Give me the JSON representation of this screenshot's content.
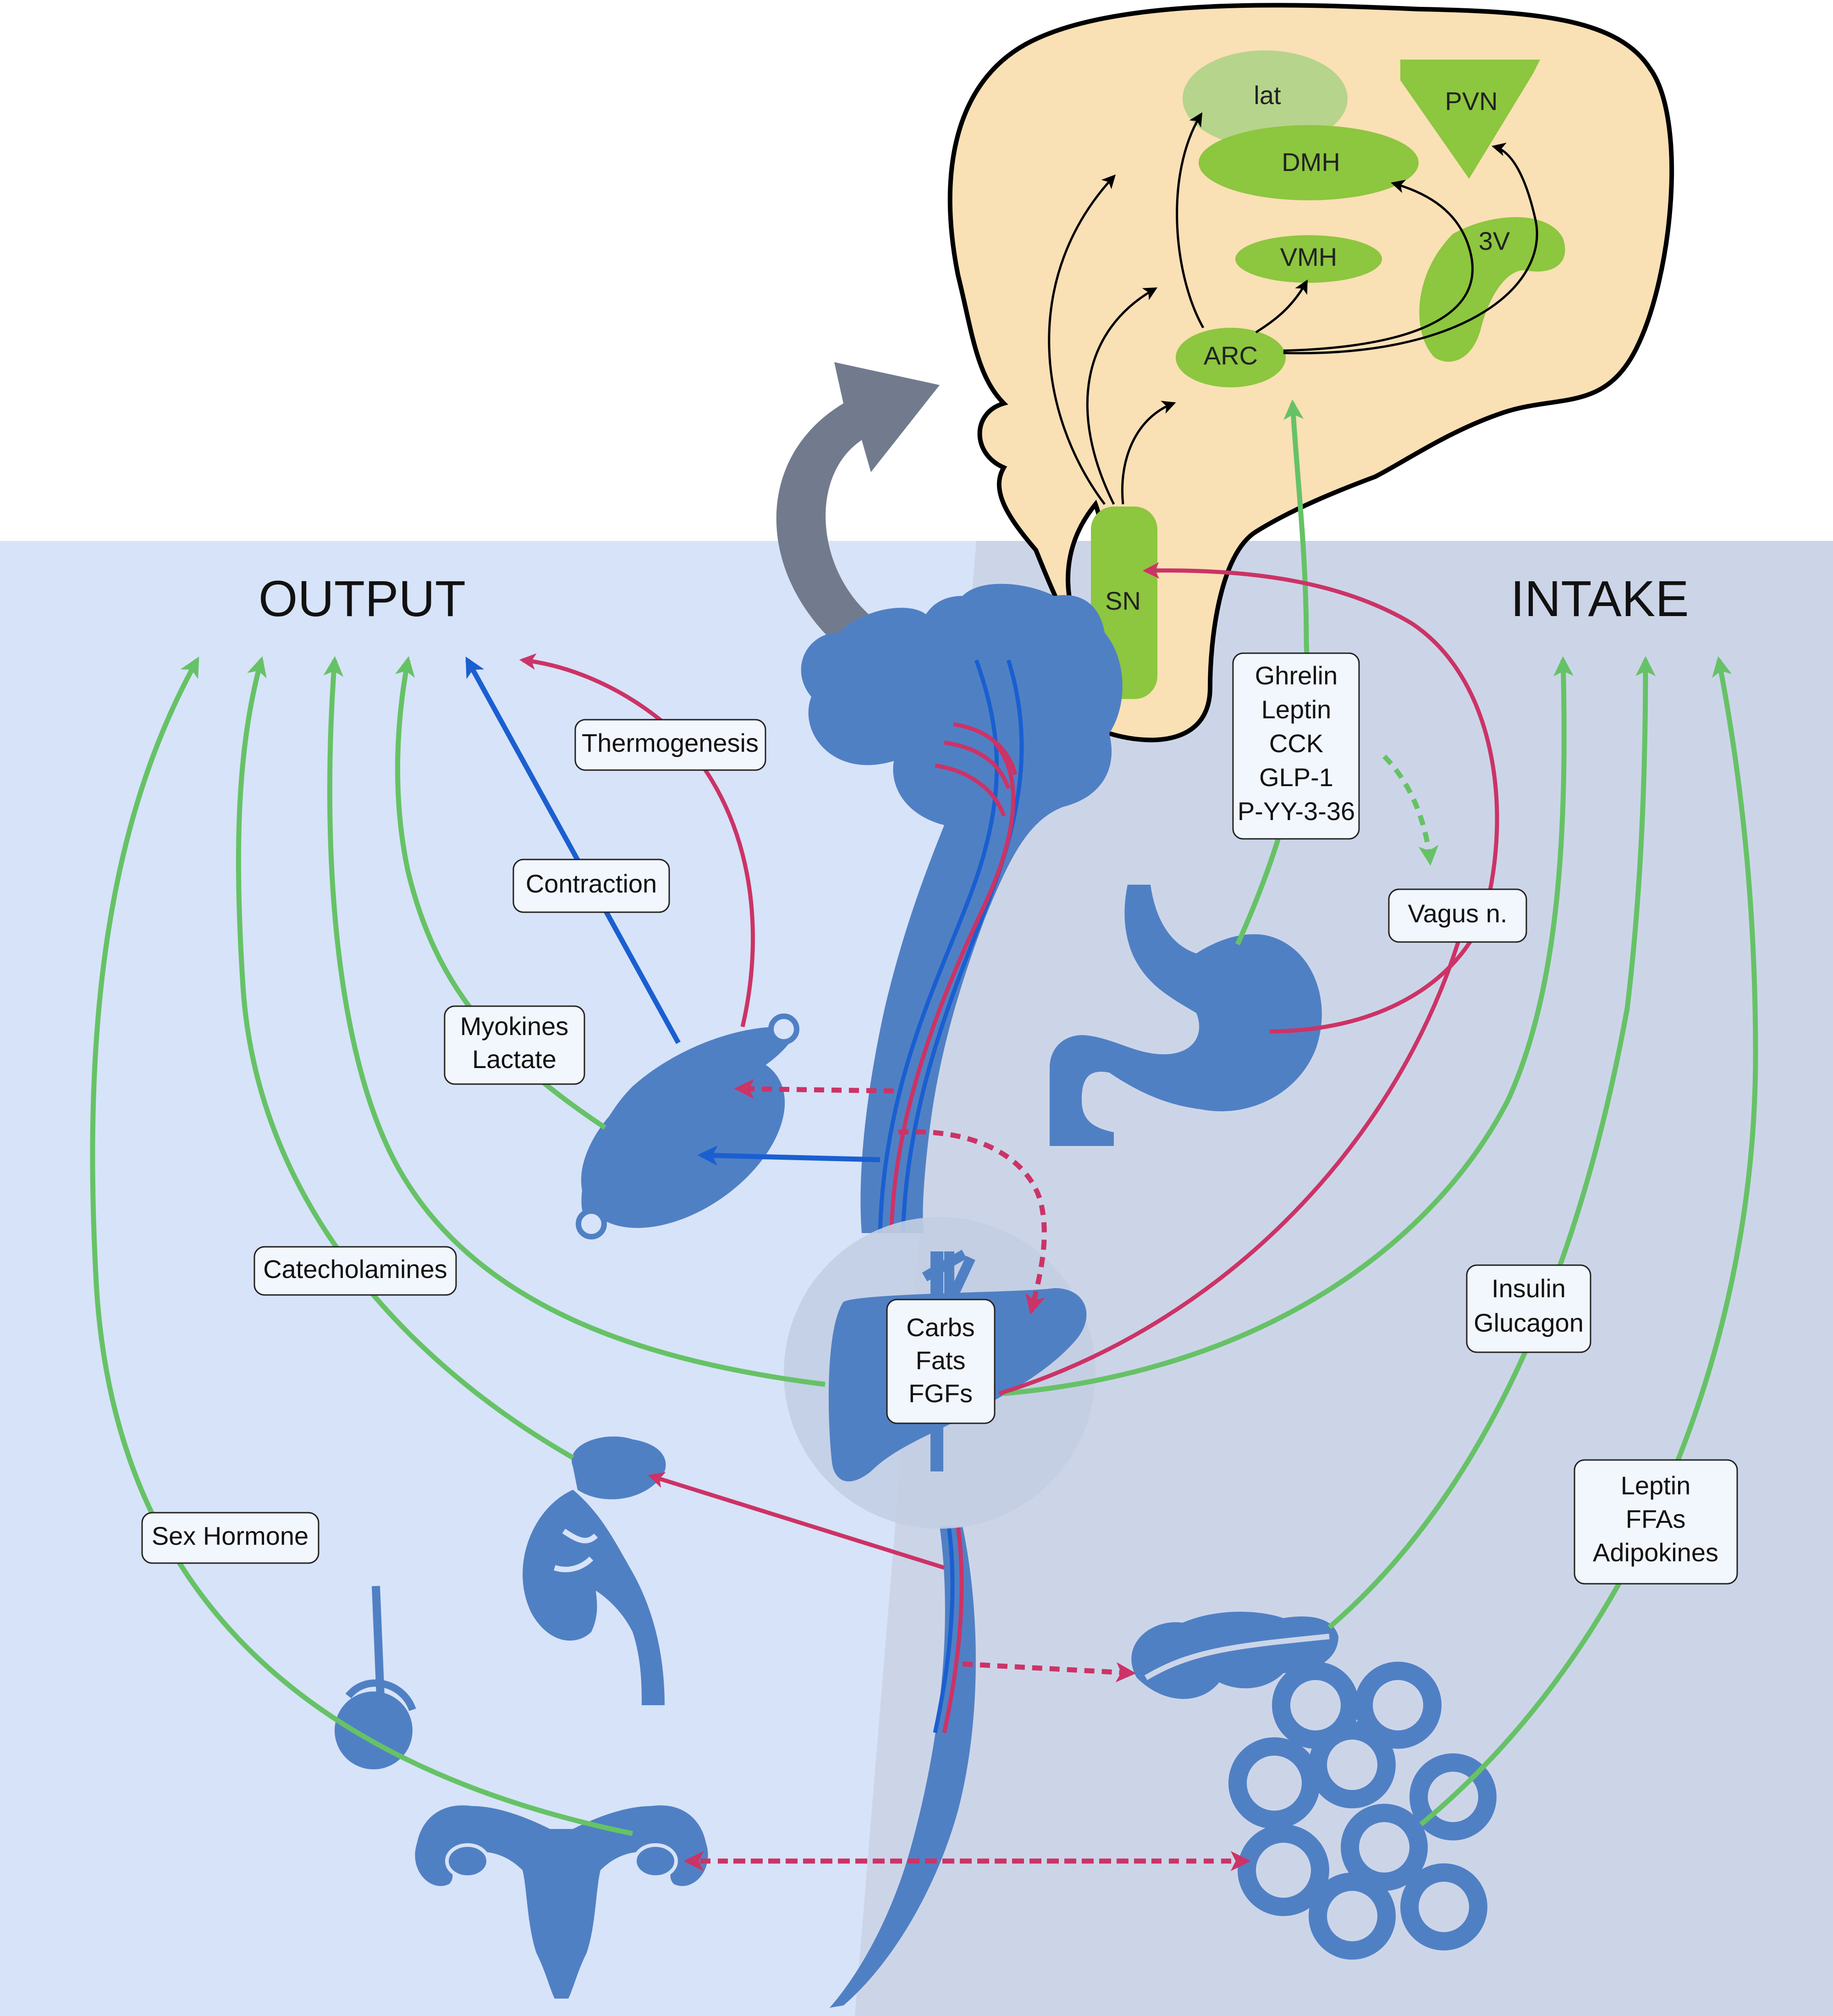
{
  "headings": {
    "output": "OUTPUT",
    "intake": "INTAKE"
  },
  "brain_regions": {
    "lat": "lat",
    "pvn": "PVN",
    "dmh": "DMH",
    "vmh": "VMH",
    "third_ventricle": "3V",
    "arc": "ARC",
    "sn": "SN"
  },
  "labels": {
    "hormones": [
      "Ghrelin",
      "Leptin",
      "CCK",
      "GLP-1",
      "P-YY-3-36"
    ],
    "vagus": "Vagus n.",
    "thermogenesis": "Thermogenesis",
    "contraction": "Contraction",
    "myokines": [
      "Myokines",
      "Lactate"
    ],
    "catecholamines": "Catecholamines",
    "liver_box": [
      "Carbs",
      "Fats",
      "FGFs"
    ],
    "insulin": [
      "Insulin",
      "Glucagon"
    ],
    "adipose": [
      "Leptin",
      "FFAs",
      "Adipokines"
    ],
    "sex_hormone": "Sex Hormone"
  },
  "colors": {
    "green_arrow": "#66c266",
    "pink_arrow": "#cc3366",
    "blue_arrow": "#1a5fd1",
    "organ_blue": "#5080c4",
    "brain_fill": "#fae0b5",
    "region_green": "#8dc63f",
    "left_panel": "#d7e3f8",
    "right_panel": "#ccd5e8",
    "gray_arrow": "#727b8e"
  },
  "icons": {
    "brain": "brain-section",
    "spinal_cord": "spinal-cord",
    "stomach": "stomach-icon",
    "muscle": "muscle-icon",
    "liver": "liver-icon",
    "kidney": "kidney-adrenal-icon",
    "pancreas": "pancreas-icon",
    "testis": "testis-icon",
    "uterus": "uterus-icon",
    "adipocytes": "adipocytes-icon"
  }
}
